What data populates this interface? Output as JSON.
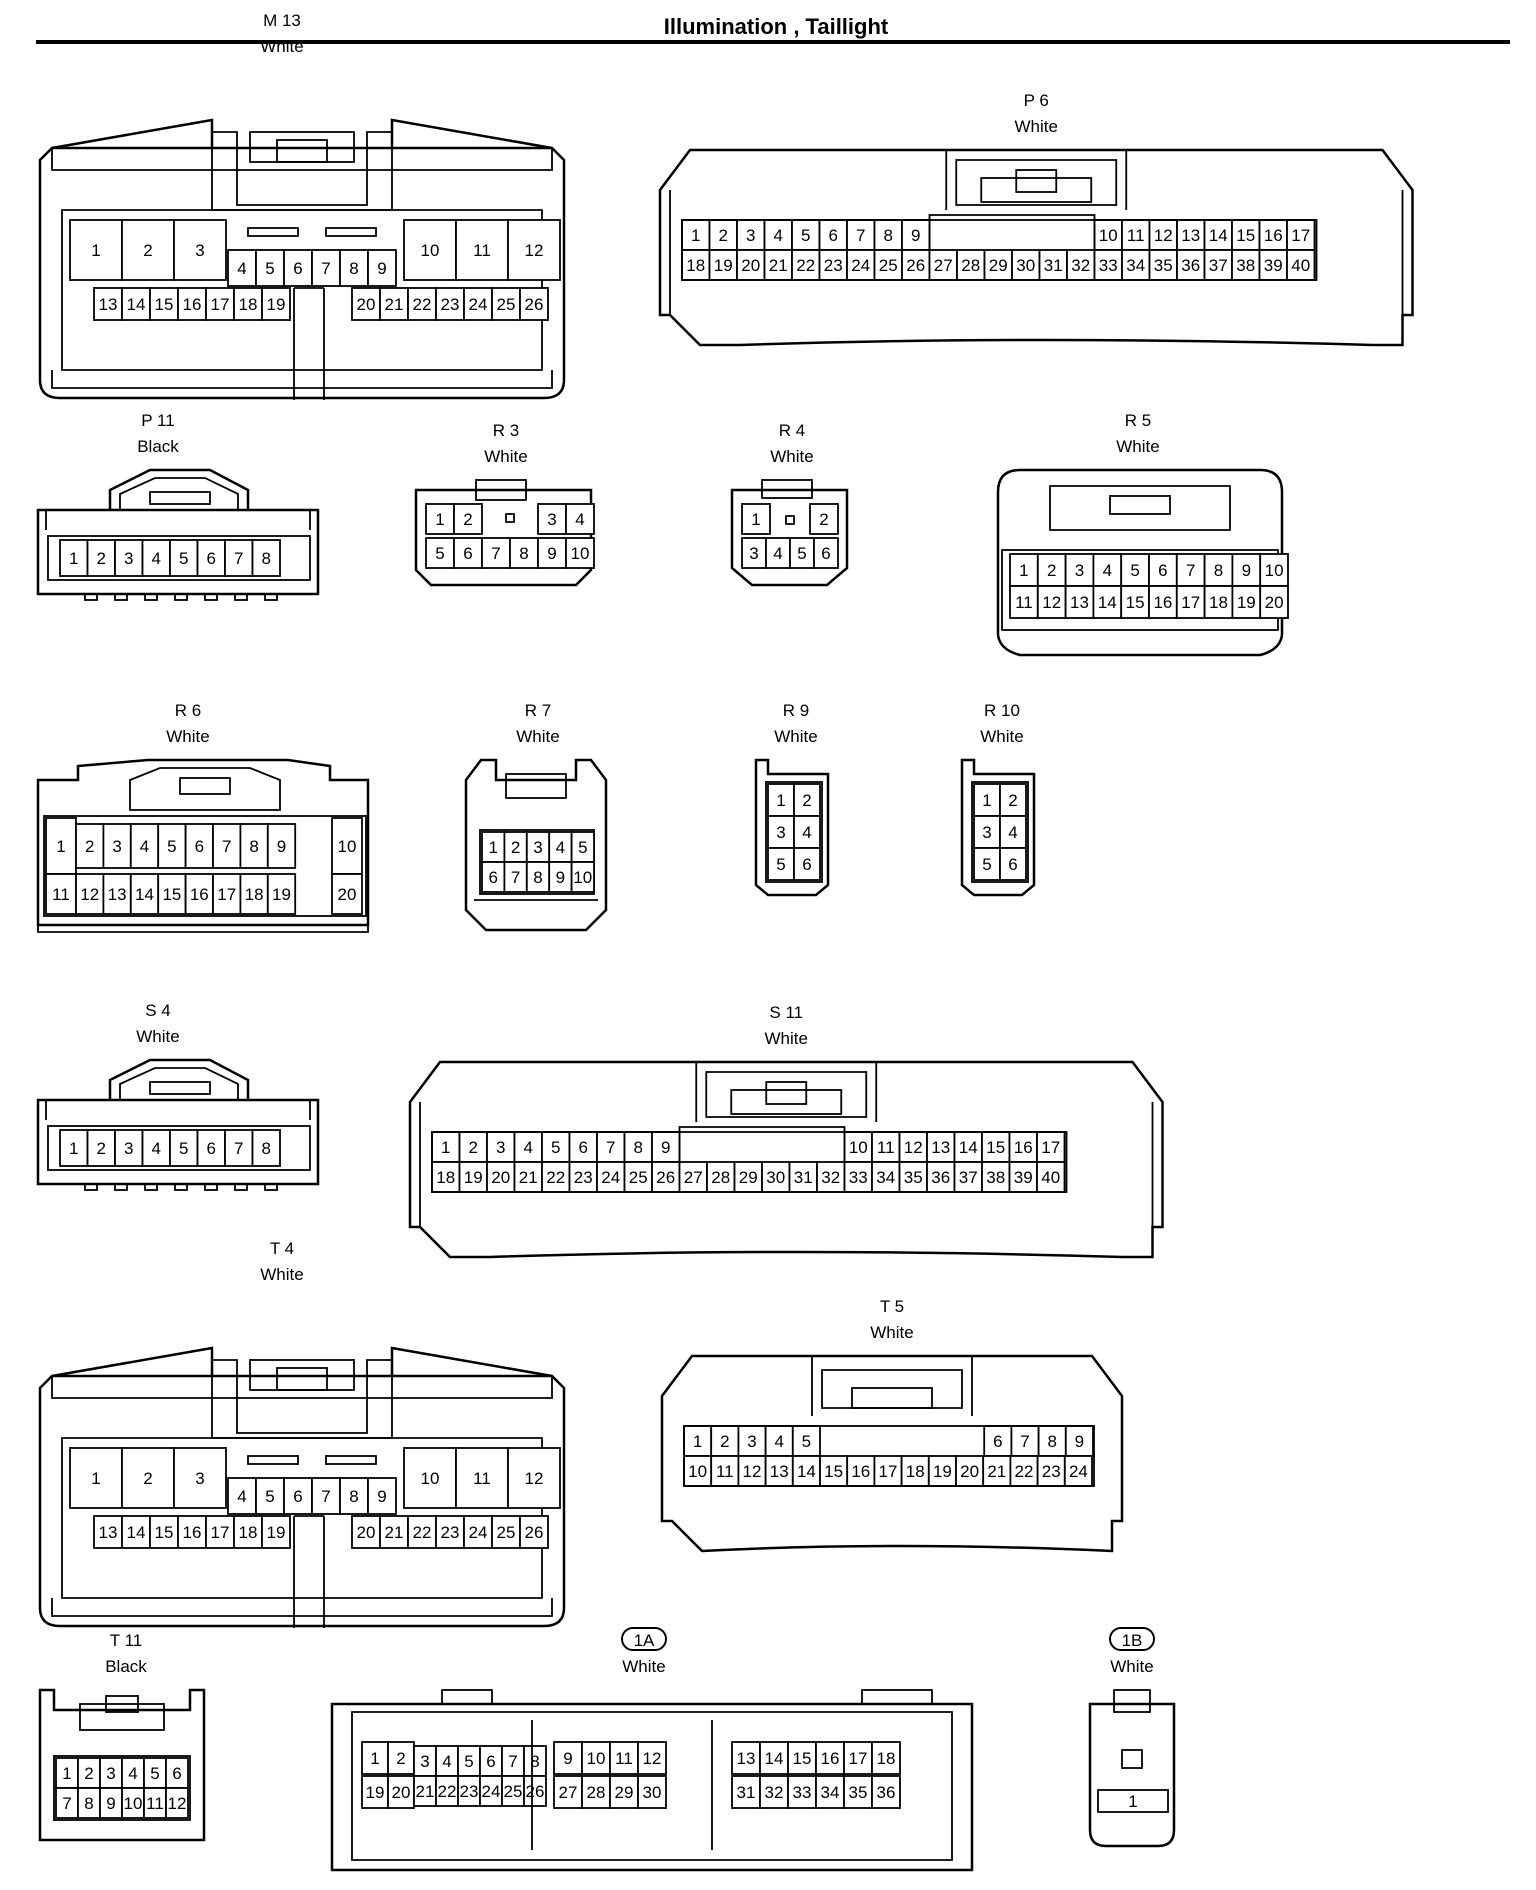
{
  "title": "Illumination , Taillight",
  "connectors": [
    {
      "id": "M 13",
      "color": "White",
      "pins": [
        "1",
        "2",
        "3",
        "4",
        "5",
        "6",
        "7",
        "8",
        "9",
        "10",
        "11",
        "12",
        "13",
        "14",
        "15",
        "16",
        "17",
        "18",
        "19",
        "20",
        "21",
        "22",
        "23",
        "24",
        "25",
        "26"
      ]
    },
    {
      "id": "P 6",
      "color": "White",
      "pins": [
        "1",
        "2",
        "3",
        "4",
        "5",
        "6",
        "7",
        "8",
        "9",
        "10",
        "11",
        "12",
        "13",
        "14",
        "15",
        "16",
        "17",
        "18",
        "19",
        "20",
        "21",
        "22",
        "23",
        "24",
        "25",
        "26",
        "27",
        "28",
        "29",
        "30",
        "31",
        "32",
        "33",
        "34",
        "35",
        "36",
        "37",
        "38",
        "39",
        "40"
      ]
    },
    {
      "id": "P 11",
      "color": "Black",
      "pins": [
        "1",
        "2",
        "3",
        "4",
        "5",
        "6",
        "7",
        "8"
      ]
    },
    {
      "id": "R 3",
      "color": "White",
      "pins": [
        "1",
        "2",
        "3",
        "4",
        "5",
        "6",
        "7",
        "8",
        "9",
        "10"
      ]
    },
    {
      "id": "R 4",
      "color": "White",
      "pins": [
        "1",
        "2",
        "3",
        "4",
        "5",
        "6"
      ]
    },
    {
      "id": "R 5",
      "color": "White",
      "pins": [
        "1",
        "2",
        "3",
        "4",
        "5",
        "6",
        "7",
        "8",
        "9",
        "10",
        "11",
        "12",
        "13",
        "14",
        "15",
        "16",
        "17",
        "18",
        "19",
        "20"
      ]
    },
    {
      "id": "R 6",
      "color": "White",
      "pins": [
        "1",
        "2",
        "3",
        "4",
        "5",
        "6",
        "7",
        "8",
        "9",
        "10",
        "11",
        "12",
        "13",
        "14",
        "15",
        "16",
        "17",
        "18",
        "19",
        "20"
      ]
    },
    {
      "id": "R 7",
      "color": "White",
      "pins": [
        "1",
        "2",
        "3",
        "4",
        "5",
        "6",
        "7",
        "8",
        "9",
        "10"
      ]
    },
    {
      "id": "R 9",
      "color": "White",
      "pins": [
        "1",
        "2",
        "3",
        "4",
        "5",
        "6"
      ]
    },
    {
      "id": "R 10",
      "color": "White",
      "pins": [
        "1",
        "2",
        "3",
        "4",
        "5",
        "6"
      ]
    },
    {
      "id": "S 4",
      "color": "White",
      "pins": [
        "1",
        "2",
        "3",
        "4",
        "5",
        "6",
        "7",
        "8"
      ]
    },
    {
      "id": "S 11",
      "color": "White",
      "pins": [
        "1",
        "2",
        "3",
        "4",
        "5",
        "6",
        "7",
        "8",
        "9",
        "10",
        "11",
        "12",
        "13",
        "14",
        "15",
        "16",
        "17",
        "18",
        "19",
        "20",
        "21",
        "22",
        "23",
        "24",
        "25",
        "26",
        "27",
        "28",
        "29",
        "30",
        "31",
        "32",
        "33",
        "34",
        "35",
        "36",
        "37",
        "38",
        "39",
        "40"
      ]
    },
    {
      "id": "T 4",
      "color": "White",
      "pins": [
        "1",
        "2",
        "3",
        "4",
        "5",
        "6",
        "7",
        "8",
        "9",
        "10",
        "11",
        "12",
        "13",
        "14",
        "15",
        "16",
        "17",
        "18",
        "19",
        "20",
        "21",
        "22",
        "23",
        "24",
        "25",
        "26"
      ]
    },
    {
      "id": "T 5",
      "color": "White",
      "pins": [
        "1",
        "2",
        "3",
        "4",
        "5",
        "6",
        "7",
        "8",
        "9",
        "10",
        "11",
        "12",
        "13",
        "14",
        "15",
        "16",
        "17",
        "18",
        "19",
        "20",
        "21",
        "22",
        "23",
        "24"
      ]
    },
    {
      "id": "T 11",
      "color": "Black",
      "pins": [
        "1",
        "2",
        "3",
        "4",
        "5",
        "6",
        "7",
        "8",
        "9",
        "10",
        "11",
        "12"
      ]
    },
    {
      "id": "1A",
      "color": "White",
      "badge": true,
      "pins": [
        "1",
        "2",
        "3",
        "4",
        "5",
        "6",
        "7",
        "8",
        "9",
        "10",
        "11",
        "12",
        "13",
        "14",
        "15",
        "16",
        "17",
        "18",
        "19",
        "20",
        "21",
        "22",
        "23",
        "24",
        "25",
        "26",
        "27",
        "28",
        "29",
        "30",
        "31",
        "32",
        "33",
        "34",
        "35",
        "36"
      ]
    },
    {
      "id": "1B",
      "color": "White",
      "badge": true,
      "pins": [
        "1"
      ]
    }
  ]
}
